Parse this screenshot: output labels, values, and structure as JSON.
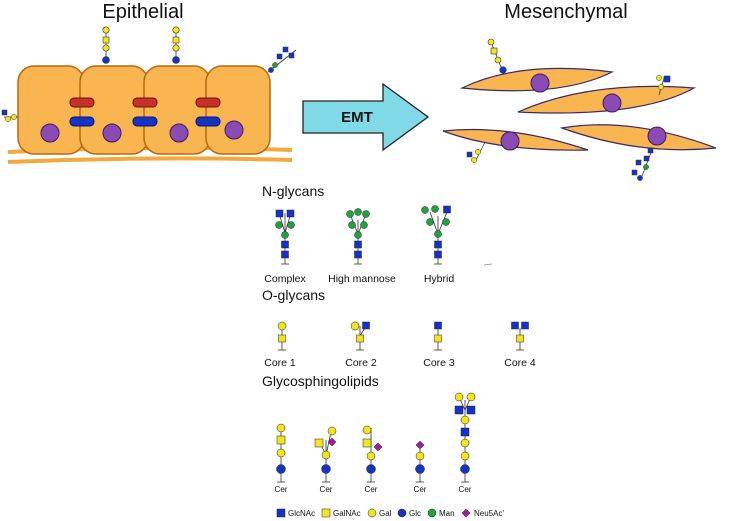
{
  "titles": {
    "left": "Epithelial",
    "right": "Mesenchymal",
    "arrow": "EMT"
  },
  "sections": {
    "n_glycans": {
      "heading": "N-glycans",
      "labels": [
        "Complex",
        "High mannose",
        "Hybrid"
      ]
    },
    "o_glycans": {
      "heading": "O-glycans",
      "labels": [
        "Core 1",
        "Core 2",
        "Core 3",
        "Core 4"
      ]
    },
    "gsl": {
      "heading": "Glycosphingolipids",
      "cer_label": "Cer"
    }
  },
  "legend": [
    {
      "label": "GlcNAc",
      "shape": "square",
      "color": "#1533c8"
    },
    {
      "label": "GalNAc",
      "shape": "square",
      "color": "#f2e51c"
    },
    {
      "label": "Gal",
      "shape": "circle",
      "color": "#f2e51c"
    },
    {
      "label": "Glc",
      "shape": "circle",
      "color": "#1533c8"
    },
    {
      "label": "Man",
      "shape": "circle",
      "color": "#1fa33b"
    },
    {
      "label": "Neu5Ac'",
      "shape": "diamond",
      "color": "#a5199a"
    }
  ],
  "colors": {
    "cell_fill": "#f9b550",
    "cell_stroke": "#b66a10",
    "nucleus": "#8a4bb5",
    "junction_red": "#c8302a",
    "junction_blue": "#1533c8",
    "arrow_fill": "#7fd9e6",
    "membrane": "#f3a93d"
  }
}
